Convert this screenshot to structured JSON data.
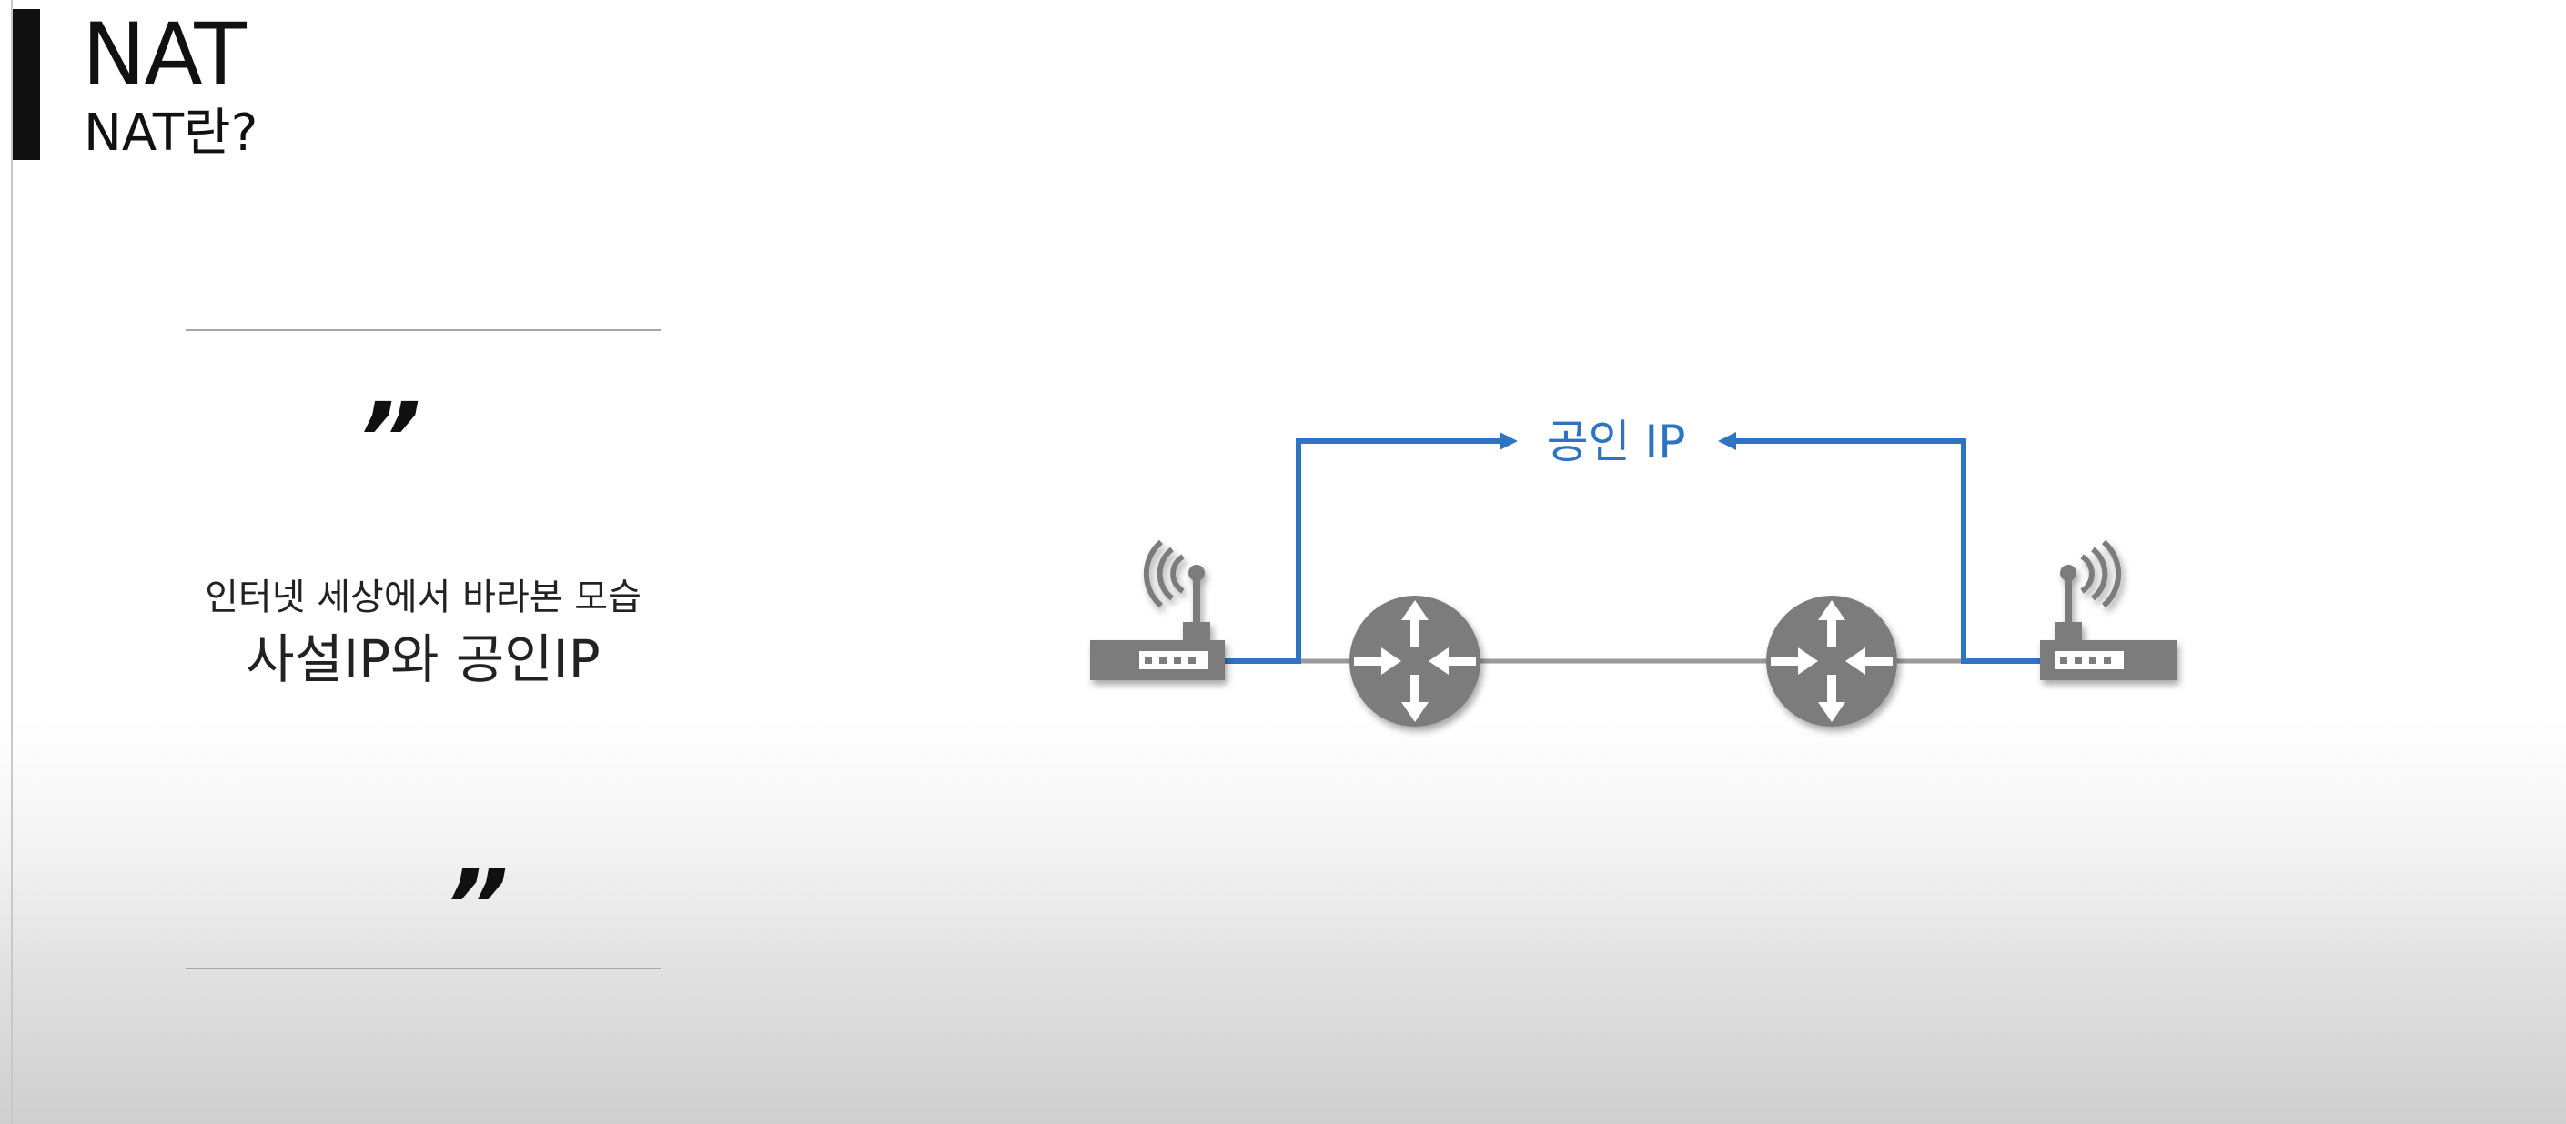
{
  "slide": {
    "title": "NAT",
    "subtitle": "NAT란?"
  },
  "quote": {
    "open_mark": "”",
    "line1": "인터넷 세상에서 바라본 모습",
    "line2": "사설IP와 공인IP",
    "close_mark": "”"
  },
  "diagram": {
    "public_ip_label": "공인 IP",
    "nodes": [
      {
        "name": "left-ap",
        "kind": "wireless-access-point"
      },
      {
        "name": "left-router",
        "kind": "router"
      },
      {
        "name": "right-router",
        "kind": "router"
      },
      {
        "name": "right-ap",
        "kind": "wireless-access-point"
      }
    ],
    "icons": [
      "wireless-access-point-icon",
      "router-icon",
      "router-icon",
      "wireless-access-point-icon"
    ]
  },
  "colors": {
    "accent_blue": "#2f74c0",
    "device_gray": "#7b7b7b",
    "link_gray": "#9a9a9a",
    "title_bar": "#111111"
  }
}
